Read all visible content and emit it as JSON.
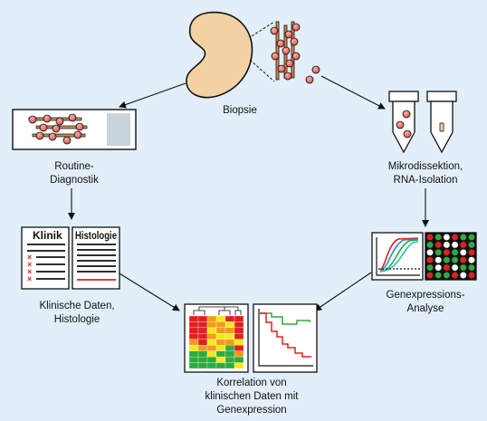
{
  "labels": {
    "biopsie": "Biopsie",
    "routine_line1": "Routine-",
    "routine_line2": "Diagnostik",
    "mikro_line1": "Mikrodissektion,",
    "mikro_line2": "RNA-Isolation",
    "klinische_line1": "Klinische Daten,",
    "klinische_line2": "Histologie",
    "genexp_line1": "Genexpressions-",
    "genexp_line2": "Analyse",
    "korrelation_line1": "Korrelation von",
    "korrelation_line2": "klinischen Daten mit",
    "korrelation_line3": "Genexpression"
  },
  "documents": {
    "klinik_title": "Klinik",
    "histologie_title": "Histologie"
  },
  "colors": {
    "background": "#e2eef8",
    "kidney": "#f3d1a3",
    "cell": "#e8736c",
    "tissue_strip": "#c98a5a",
    "red": "#e02020",
    "green": "#2eaa3e",
    "orange": "#f39a1c",
    "yellow": "#f7e81e",
    "blue": "#2a8ad8",
    "cyan": "#2bc0c0"
  },
  "icons": [
    "kidney-icon",
    "tissue-sample-icon",
    "microscope-slide-icon",
    "sample-tube-icon",
    "clinical-document-icon",
    "histology-document-icon",
    "amplification-plot-icon",
    "microarray-icon",
    "heatmap-icon",
    "survival-plot-icon"
  ]
}
